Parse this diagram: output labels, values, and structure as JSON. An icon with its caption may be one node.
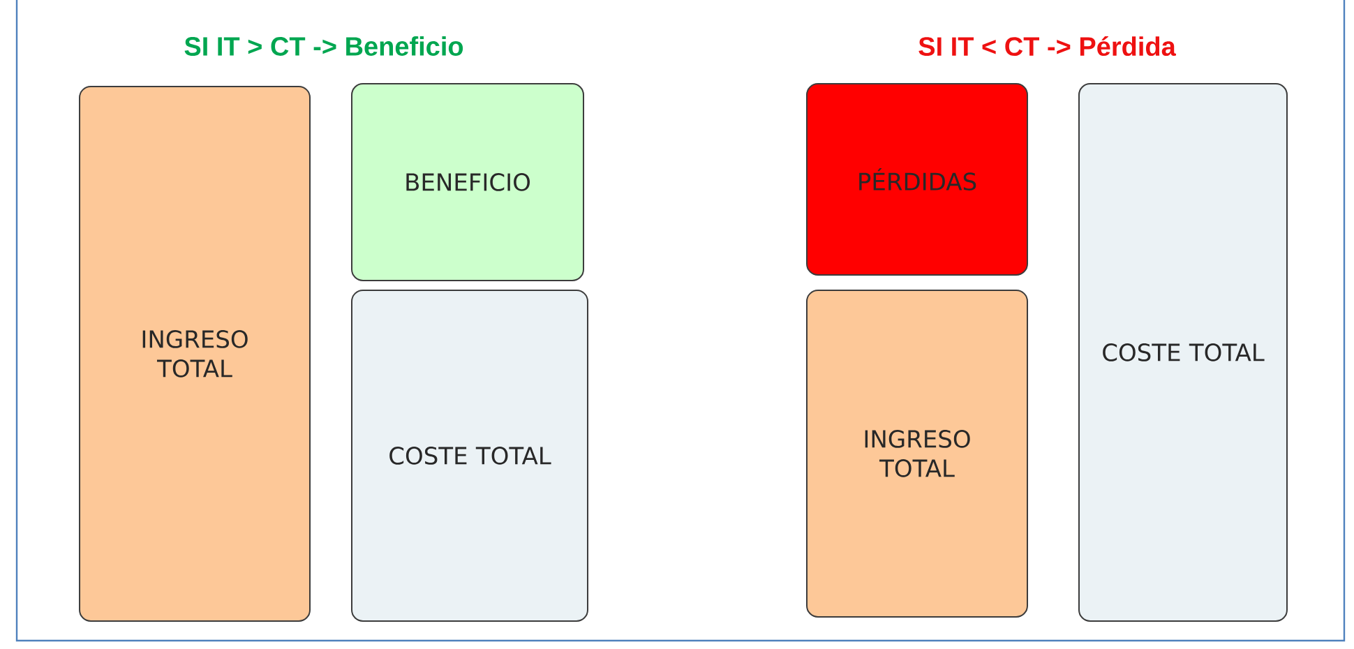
{
  "diagram": {
    "nodes": [
      {
        "text": [
          "INGRESO TOTAL"
        ]
      },
      {
        "text": [
          "BENEFICIO"
        ]
      },
      {
        "text": [
          "COSTE TOTAL"
        ]
      },
      {
        "text": [
          "PÉRDIDAS"
        ]
      },
      {
        "text": [
          "INGRESO TOTAL"
        ]
      },
      {
        "text": [
          "COSTE TOTAL"
        ]
      }
    ],
    "labels": [
      "SI IT > CT -> Beneficio",
      "SI IT < CT -> Pérdida"
    ]
  }
}
